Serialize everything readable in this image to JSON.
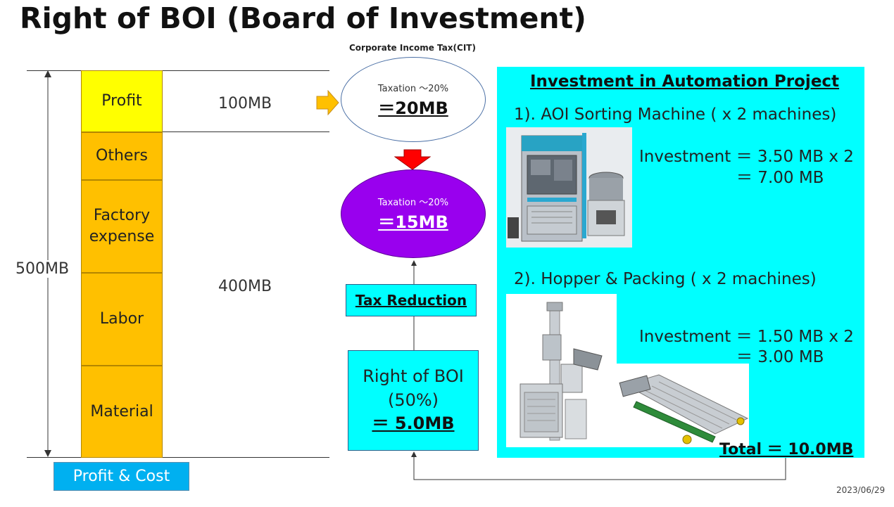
{
  "title": "Right of BOI (Board of Investment)",
  "profit_cost": {
    "total_label": "500MB",
    "profit_amount": "100MB",
    "cost_amount": "400MB",
    "bars": [
      {
        "label": "Profit",
        "kind": "profit"
      },
      {
        "label": "Others",
        "kind": "cost"
      },
      {
        "label": "Factory expense",
        "kind": "cost"
      },
      {
        "label": "Labor",
        "kind": "cost"
      },
      {
        "label": "Material",
        "kind": "cost"
      }
    ],
    "caption": "Profit & Cost"
  },
  "cit": {
    "label": "Corporate Income Tax(CIT)",
    "before": {
      "rate": "Taxation ～20%",
      "amount": "＝20MB"
    },
    "after": {
      "rate": "Taxation ～20%",
      "amount": "＝15MB"
    }
  },
  "tax_reduction": "Tax Reduction",
  "boi_box": {
    "line1": "Right of BOI",
    "line2": "(50%)",
    "line3": "＝ 5.0MB"
  },
  "project": {
    "title": "Investment in Automation Project",
    "item1": {
      "label": "1). AOI Sorting Machine ( x 2 machines)",
      "invest_line1": "Investment ＝ 3.50 MB x 2",
      "invest_line2": "＝ 7.00 MB",
      "image": "aoi-sorting-machine-photo"
    },
    "item2": {
      "label": "2). Hopper & Packing ( x 2 machines)",
      "invest_line1": "Investment ＝ 1.50 MB x 2",
      "invest_line2": "＝ 3.00 MB",
      "images": [
        "hopper-machine-photo",
        "packing-conveyor-photo"
      ]
    },
    "total": "Total ＝ 10.0MB"
  },
  "date": "2023/06/29",
  "colors": {
    "profit": "#ffff00",
    "cost": "#ffc000",
    "caption_bg": "#00b0f0",
    "cyan": "#00ffff",
    "purple": "#9900ee",
    "arrow_orange": "#ffc000",
    "arrow_red": "#ff0000"
  }
}
